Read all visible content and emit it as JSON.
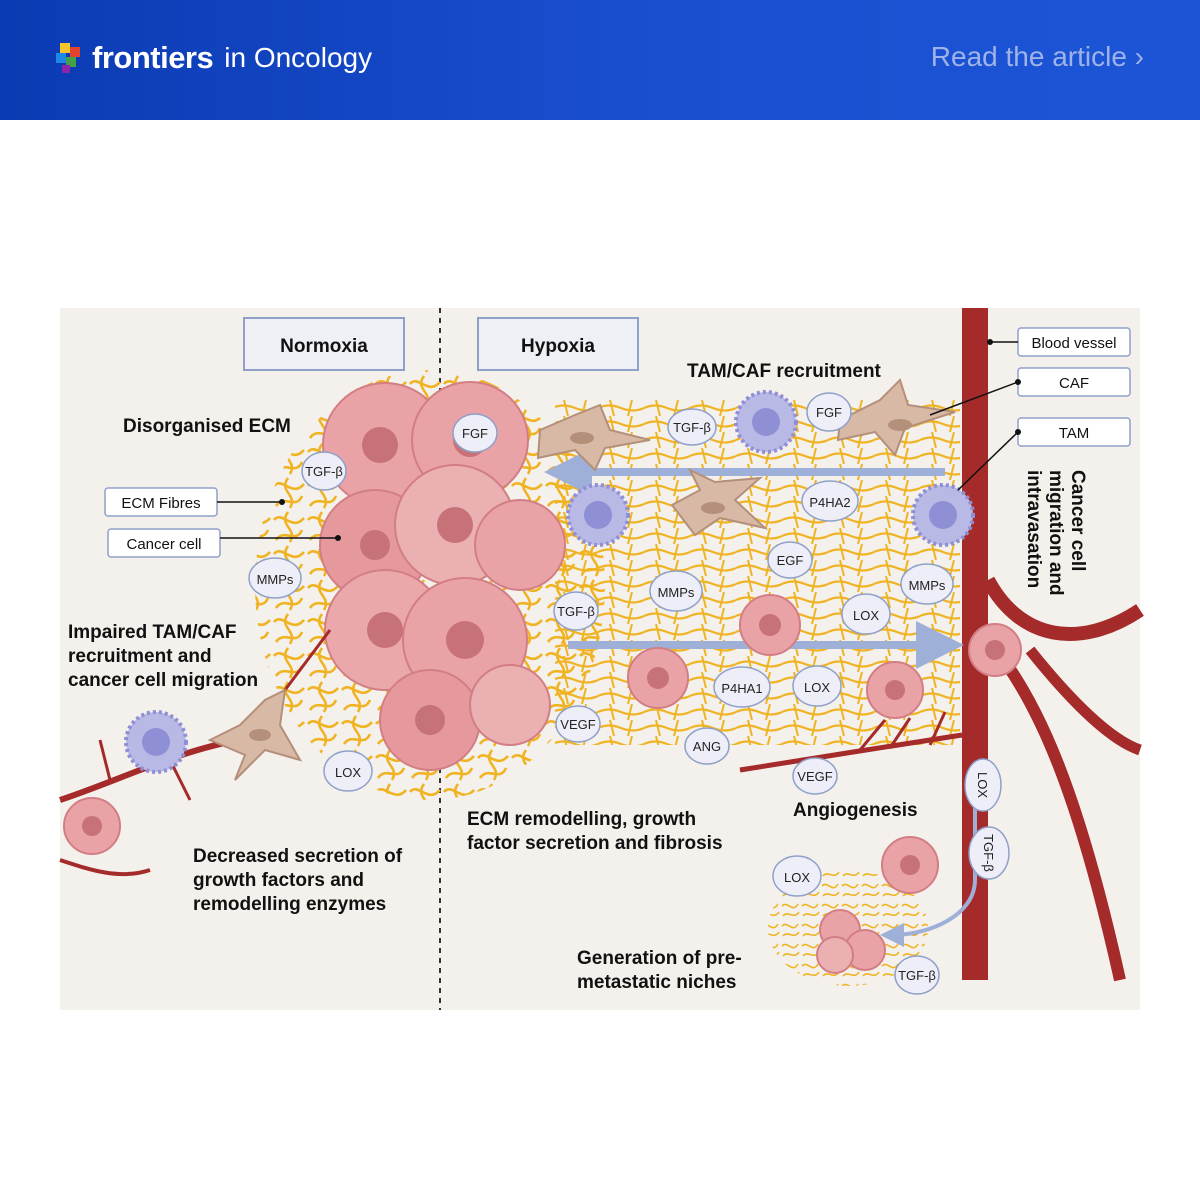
{
  "header": {
    "brand_name": "frontiers",
    "journal": "in Oncology",
    "read_link": "Read the article ›"
  },
  "figure": {
    "panels": {
      "normoxia": "Normoxia",
      "hypoxia": "Hypoxia"
    },
    "legend": {
      "blood_vessel": "Blood vessel",
      "caf": "CAF",
      "tam": "TAM",
      "ecm_fibres": "ECM Fibres",
      "cancer_cell": "Cancer cell"
    },
    "labels": {
      "disorganised_ecm": "Disorganised ECM",
      "tam_caf_recruitment": "TAM/CAF recruitment",
      "impaired_1": "Impaired TAM/CAF",
      "impaired_2": "recruitment and",
      "impaired_3": "cancer cell migration",
      "decreased_1": "Decreased secretion of",
      "decreased_2": "growth factors and",
      "decreased_3": "remodelling enzymes",
      "ecm_remodel_1": "ECM remodelling, growth",
      "ecm_remodel_2": "factor secretion and fibrosis",
      "angiogenesis": "Angiogenesis",
      "premetastatic_1": "Generation of pre-",
      "premetastatic_2": "metastatic niches",
      "migration_1": "Cancer cell",
      "migration_2": "migration and",
      "migration_3": "intravasation"
    },
    "factors": {
      "fgf": "FGF",
      "tgfb": "TGF-β",
      "mmps": "MMPs",
      "lox": "LOX",
      "p4ha2": "P4HA2",
      "p4ha1": "P4HA1",
      "egf": "EGF",
      "vegf": "VEGF",
      "ang": "ANG"
    },
    "colors": {
      "banner": "#1a4fd0",
      "ecm": "#f0b323",
      "vessel": "#a52a2a",
      "cancer_cell": "#e9a3a6",
      "tam": "#8f8fd6",
      "caf": "#d8b9a5",
      "arrow": "#9fb0d8",
      "background": "#f4f1ec"
    }
  }
}
